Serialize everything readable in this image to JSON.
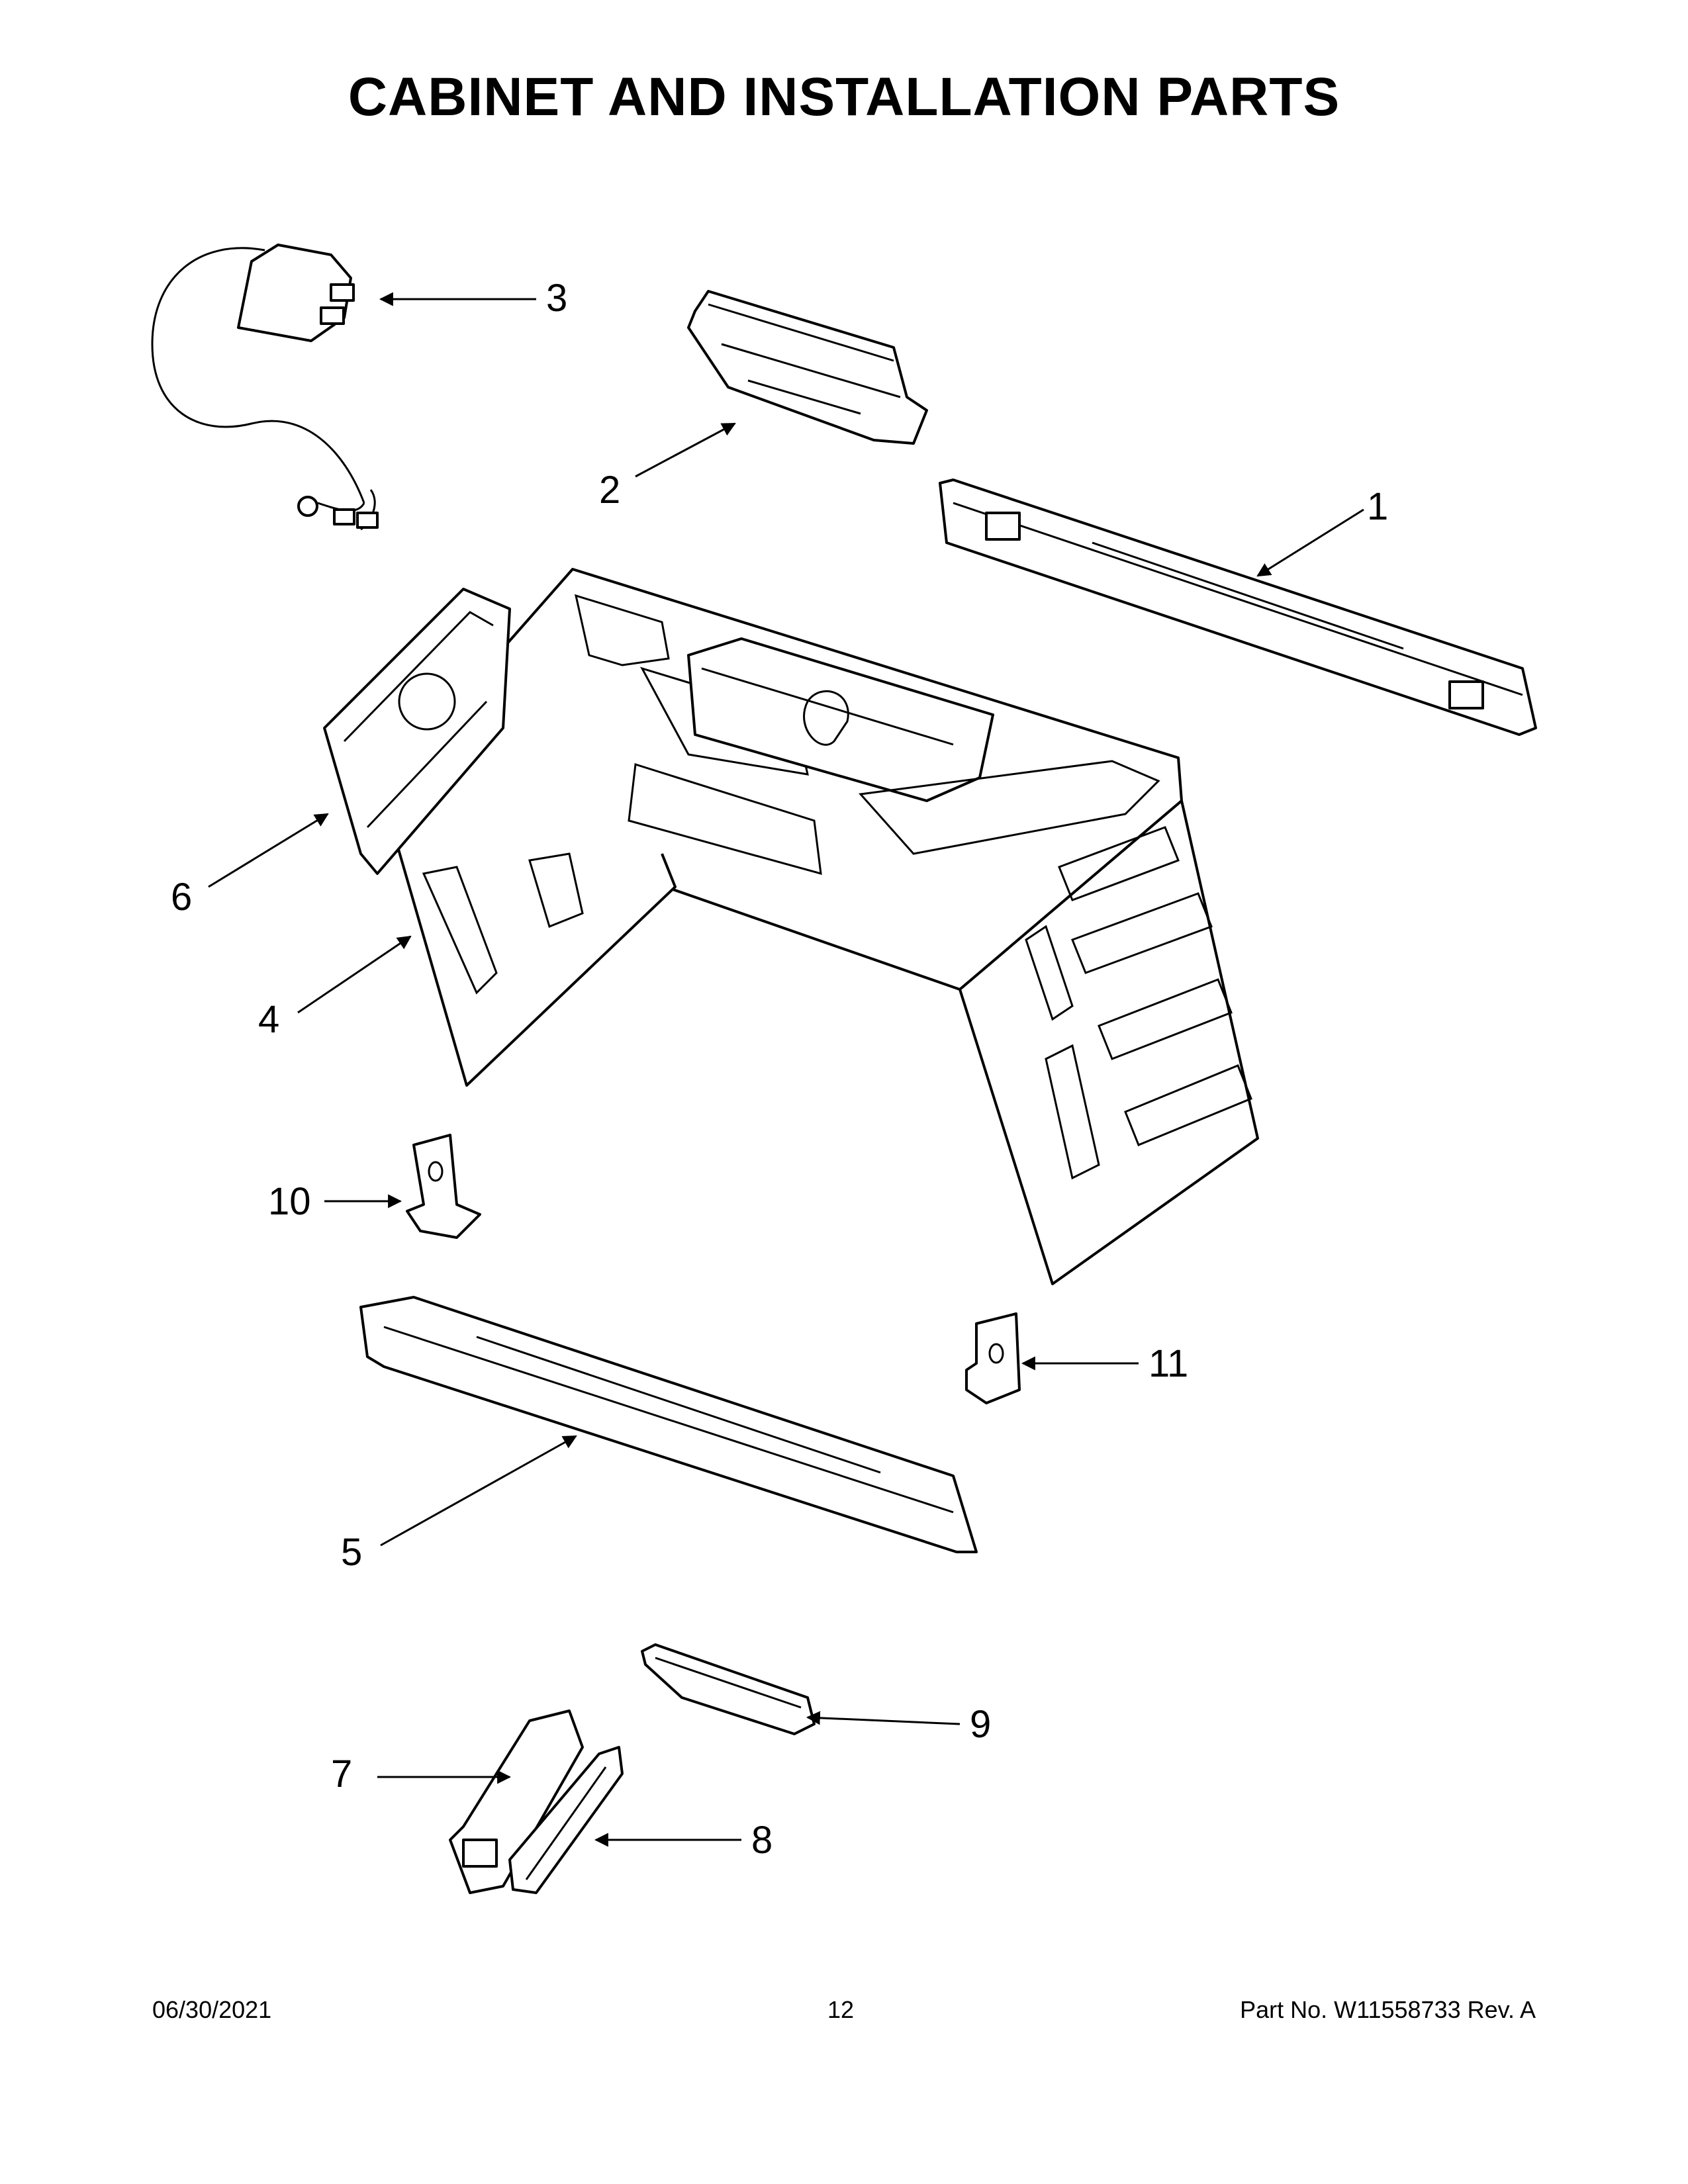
{
  "title": "CABINET AND INSTALLATION PARTS",
  "footer": {
    "date": "06/30/2021",
    "page": "12",
    "part": "Part No.  W11558733  Rev.  A"
  },
  "callouts": [
    "1",
    "2",
    "3",
    "4",
    "5",
    "6",
    "7",
    "8",
    "9",
    "10",
    "11"
  ]
}
